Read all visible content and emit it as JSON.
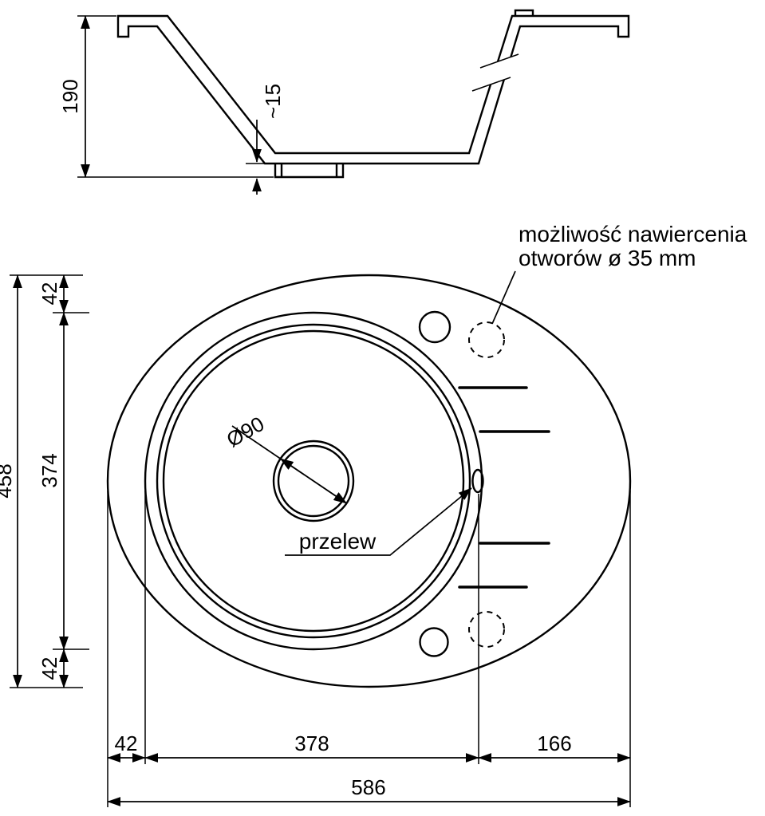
{
  "section_view": {
    "height": "190",
    "drain_height": "~15"
  },
  "plan_view": {
    "overall_height": "458",
    "top_offset": "42",
    "bowl_height": "374",
    "bottom_offset": "42",
    "drain_diameter": "Ø90",
    "overflow": "przelew",
    "note_line1": "możliwość nawiercenia",
    "note_line2": "otworów ø 35 mm",
    "left_offset": "42",
    "bowl_width": "378",
    "right_offset": "166",
    "overall_width": "586"
  },
  "colors": {
    "line": "#000000",
    "background": "#ffffff"
  }
}
